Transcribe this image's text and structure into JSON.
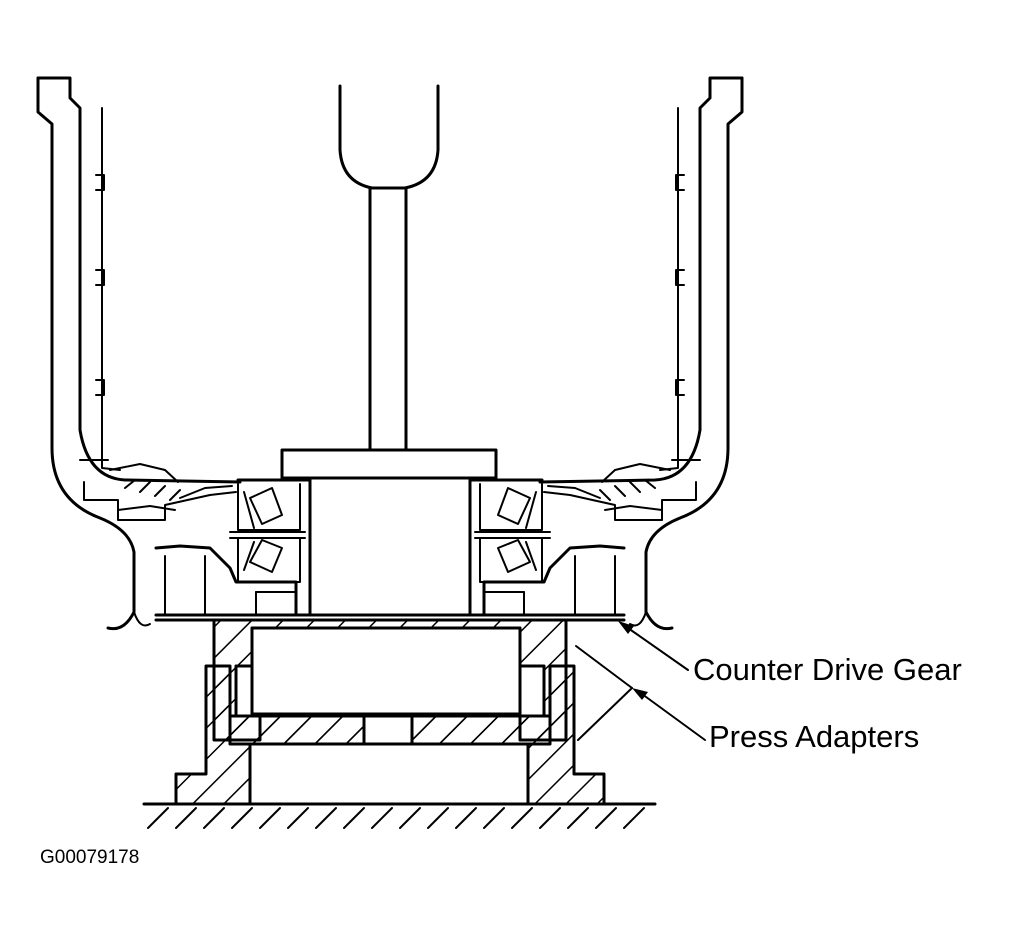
{
  "labels": {
    "counter_drive_gear": "Counter Drive Gear",
    "press_adapters": "Press Adapters"
  },
  "figure_code": "G00079178",
  "colors": {
    "ink": "#000000",
    "paper": "#ffffff"
  }
}
